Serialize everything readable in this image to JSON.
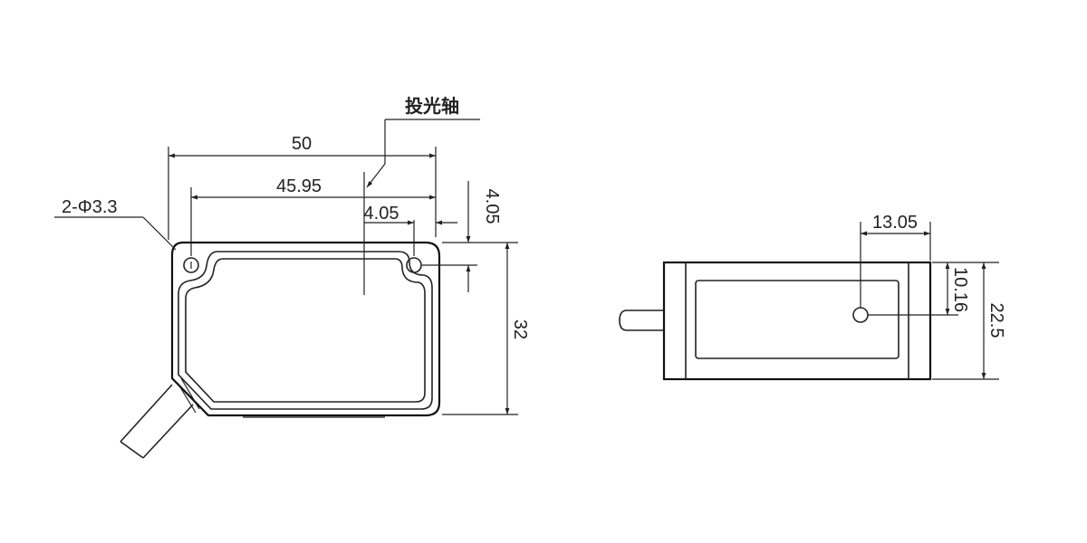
{
  "front_view": {
    "labels": {
      "width_overall": "50",
      "hole_spacing": "45.95",
      "axis_offset": "4.05",
      "hole_vertical_offset": "4.05",
      "height": "32",
      "holes_note": "2-Φ3.3",
      "emitter_axis": "投光轴"
    }
  },
  "side_view": {
    "labels": {
      "axis_horizontal": "13.05",
      "axis_vertical": "10.16",
      "depth": "22.5"
    }
  }
}
